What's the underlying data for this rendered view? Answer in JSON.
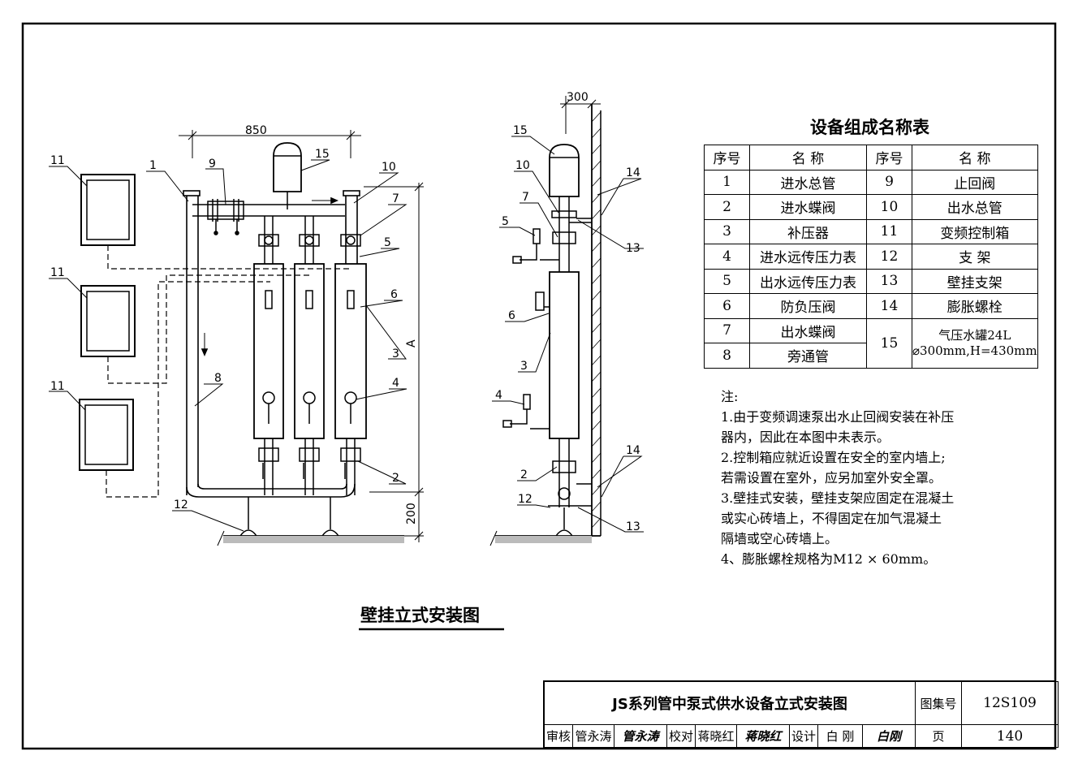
{
  "drawing": {
    "dim_850": "850",
    "dim_300": "300",
    "dim_200": "200",
    "dim_A": "A",
    "caption": "壁挂立式安装图",
    "callouts_front": [
      "11",
      "11",
      "11",
      "1",
      "9",
      "15",
      "10",
      "7",
      "5",
      "6",
      "3",
      "4",
      "8",
      "2",
      "12"
    ],
    "callouts_side": [
      "15",
      "10",
      "7",
      "5",
      "6",
      "3",
      "4",
      "2",
      "12",
      "14",
      "13",
      "14",
      "13"
    ]
  },
  "table": {
    "title": "设备组成名称表",
    "head": {
      "no1": "序号",
      "name1": "名  称",
      "no2": "序号",
      "name2": "名  称"
    },
    "rows": [
      {
        "no1": "1",
        "name1": "进水总管",
        "no2": "9",
        "name2": "止回阀"
      },
      {
        "no1": "2",
        "name1": "进水蝶阀",
        "no2": "10",
        "name2": "出水总管"
      },
      {
        "no1": "3",
        "name1": "补压器",
        "no2": "11",
        "name2": "变频控制箱"
      },
      {
        "no1": "4",
        "name1": "进水远传压力表",
        "no2": "12",
        "name2": "支  架"
      },
      {
        "no1": "5",
        "name1": "出水远传压力表",
        "no2": "13",
        "name2": "壁挂支架"
      },
      {
        "no1": "6",
        "name1": "防负压阀",
        "no2": "14",
        "name2": "膨胀螺栓"
      },
      {
        "no1": "7",
        "name1": "出水蝶阀"
      },
      {
        "no1": "8",
        "name1": "旁通管"
      }
    ],
    "row15": {
      "no": "15",
      "name_line1": "气压水罐24L",
      "name_line2": "⌀300mm,H=430mm"
    }
  },
  "notes": {
    "heading": "注:",
    "lines": [
      "1.由于变频调速泵出水止回阀安装在补压",
      "   器内，因此在本图中未表示。",
      "2.控制箱应就近设置在安全的室内墙上;",
      "   若需设置在室外，应另加室外安全罩。",
      "3.壁挂式安装，壁挂支架应固定在混凝土",
      "   或实心砖墙上，不得固定在加气混凝土",
      "   隔墙或空心砖墙上。",
      "4、膨胀螺栓规格为M12 × 60mm。"
    ]
  },
  "title_block": {
    "title": "JS系列管中泵式供水设备立式安装图",
    "atlas_label": "图集号",
    "atlas_no": "12S109",
    "review_label": "审核",
    "review_name": "管永涛",
    "check_label": "校对",
    "check_name": "蒋晓红",
    "design_label": "设计",
    "design_name": "白 刚",
    "page_label": "页",
    "page_no": "140",
    "sig_review": "管永涛",
    "sig_check": "蒋晓红",
    "sig_design": "白刚"
  }
}
